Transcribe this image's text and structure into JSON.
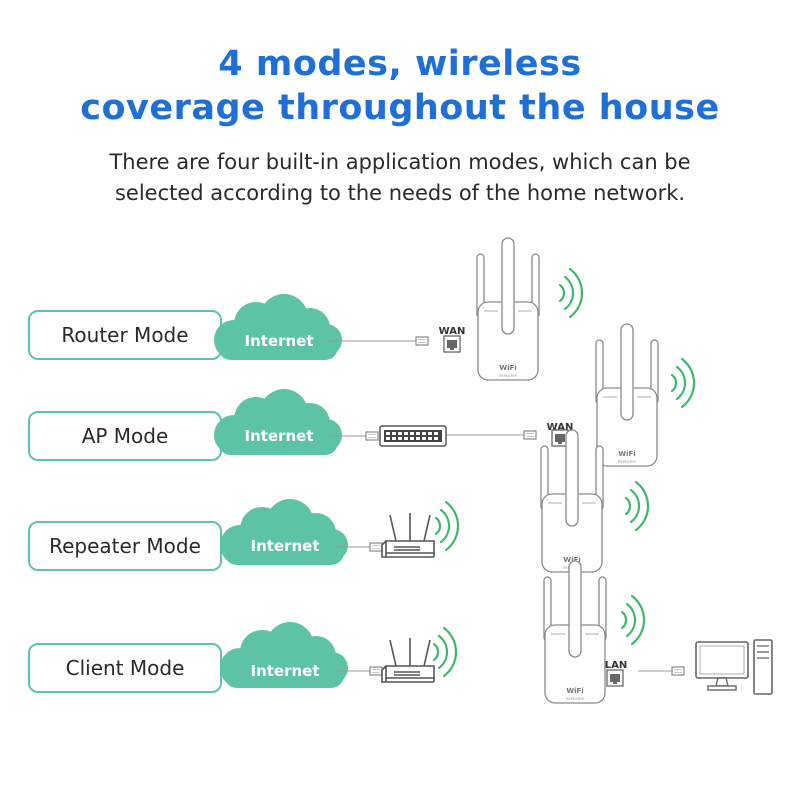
{
  "headline": {
    "line1": "4 modes, wireless",
    "line2": "coverage throughout the house"
  },
  "subtitle": {
    "line1": "There are four built-in application modes, which can be",
    "line2": "selected according to the needs of the home network."
  },
  "modes": [
    {
      "label": "Router Mode"
    },
    {
      "label": "AP Mode"
    },
    {
      "label": "Repeater Mode"
    },
    {
      "label": "Client Mode"
    }
  ],
  "cloud_label": "Internet",
  "port_labels": {
    "wan": "WAN",
    "lan": "LAN"
  },
  "device_branding": {
    "wifi": "WiFi",
    "model": "REPEATER"
  },
  "colors": {
    "title": "#1f6fd9",
    "accent_teal": "#5cc3b3",
    "cloud": "#5cc3a6",
    "signal_green": "#3db86b"
  }
}
